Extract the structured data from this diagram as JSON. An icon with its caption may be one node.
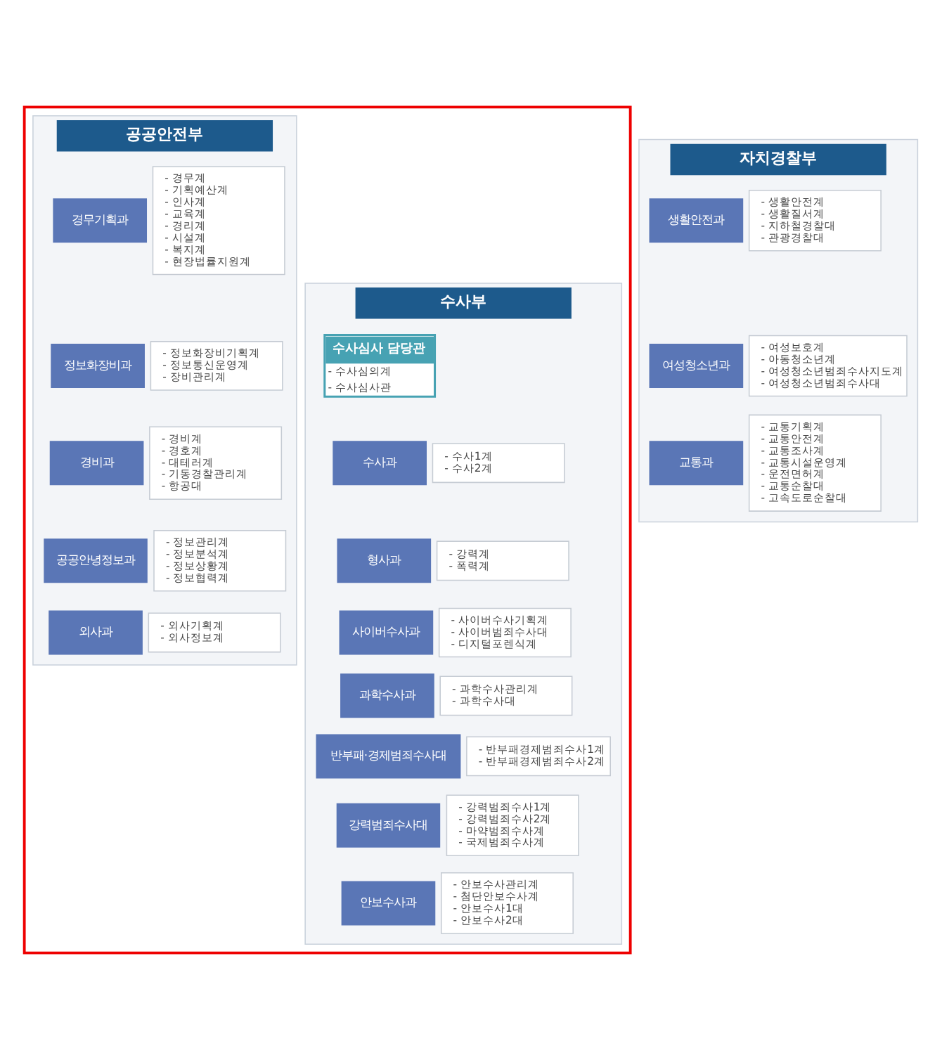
{
  "diagram": {
    "nodes": [
      {
        "text": [],
        "shape": "box"
      },
      {
        "text": [
          "공공안전부"
        ],
        "in": 0
      },
      {
        "text": [
          "경무기획과"
        ],
        "in": 1
      },
      {
        "text": [
          "- 경무계",
          "- 기획예산계",
          "- 인사계",
          "- 교육계",
          "- 경리계",
          "- 시설계",
          "- 복지계",
          "- 현장법률지원계"
        ],
        "in": 1
      },
      {
        "text": [
          "정보화장비과"
        ],
        "in": 1
      },
      {
        "text": [
          "- 정보화장비기획계",
          "- 정보통신운영계",
          "- 장비관리계"
        ],
        "in": 1
      },
      {
        "text": [
          "경비과"
        ],
        "in": 1
      },
      {
        "text": [
          "- 경비계",
          "- 경호계",
          "- 대테러계",
          "- 기동경찰관리계",
          "- 항공대"
        ],
        "in": 1
      },
      {
        "text": [
          "공공안녕정보과"
        ],
        "in": 1
      },
      {
        "text": [
          "- 정보관리계",
          "- 정보분석계",
          "- 정보상황계",
          "- 정보협력계"
        ],
        "in": 1
      },
      {
        "text": [
          "외사과"
        ],
        "in": 1
      },
      {
        "text": [
          "- 외사기획계",
          "- 외사정보계"
        ],
        "in": 1
      },
      {
        "text": [
          "수사부"
        ],
        "in": 0
      },
      {
        "text": [
          "수사심사 담당관",
          "- 수사심의계",
          "- 수사심사관"
        ],
        "in": 12
      },
      {
        "text": [
          "수사과"
        ],
        "in": 12
      },
      {
        "text": [
          "- 수사1계",
          "- 수사2계"
        ],
        "in": 12
      },
      {
        "text": [
          "형사과"
        ],
        "in": 12
      },
      {
        "text": [
          "- 강력계",
          "- 폭력계"
        ],
        "in": 12
      },
      {
        "text": [
          "사이버수사과"
        ],
        "in": 12
      },
      {
        "text": [
          "- 사이버수사기획계",
          "- 사이버범죄수사대",
          "- 디지털포렌식계"
        ],
        "in": 12
      },
      {
        "text": [
          "과학수사과"
        ],
        "in": 12
      },
      {
        "text": [
          "- 과학수사관리계",
          "- 과학수사대"
        ],
        "in": 12
      },
      {
        "text": [
          "반부패·경제범죄수사대"
        ],
        "in": 12
      },
      {
        "text": [
          "- 반부패경제범죄수사1계",
          "- 반부패경제범죄수사2계"
        ],
        "in": 12
      },
      {
        "text": [
          "강력범죄수사대"
        ],
        "in": 12
      },
      {
        "text": [
          "- 강력범죄수사1계",
          "- 강력범죄수사2계",
          "- 마약범죄수사계",
          "- 국제범죄수사계"
        ],
        "in": 12
      },
      {
        "text": [
          "안보수사과"
        ],
        "in": 12
      },
      {
        "text": [
          "- 안보수사관리계",
          "- 첨단안보수사계",
          "- 안보수사1대",
          "- 안보수사2대"
        ],
        "in": 12
      },
      {
        "text": [
          "자치경찰부"
        ]
      },
      {
        "text": [
          "생활안전과"
        ],
        "in": 28
      },
      {
        "text": [
          "- 생활안전계",
          "- 생활질서계",
          "- 지하철경찰대",
          "- 관광경찰대"
        ],
        "in": 28
      },
      {
        "text": [
          "여성청소년과"
        ],
        "in": 28
      },
      {
        "text": [
          "- 여성보호계",
          "- 아동청소년계",
          "- 여성청소년범죄수사지도계",
          "- 여성청소년범죄수사대"
        ],
        "in": 28
      },
      {
        "text": [
          "교통과"
        ],
        "in": 28
      },
      {
        "text": [
          "- 교통기획계",
          "- 교통안전계",
          "- 교통조사계",
          "- 교통시설운영계",
          "- 운전면허계",
          "- 교통순찰대",
          "- 고속도로순찰대"
        ],
        "in": 28
      }
    ]
  }
}
